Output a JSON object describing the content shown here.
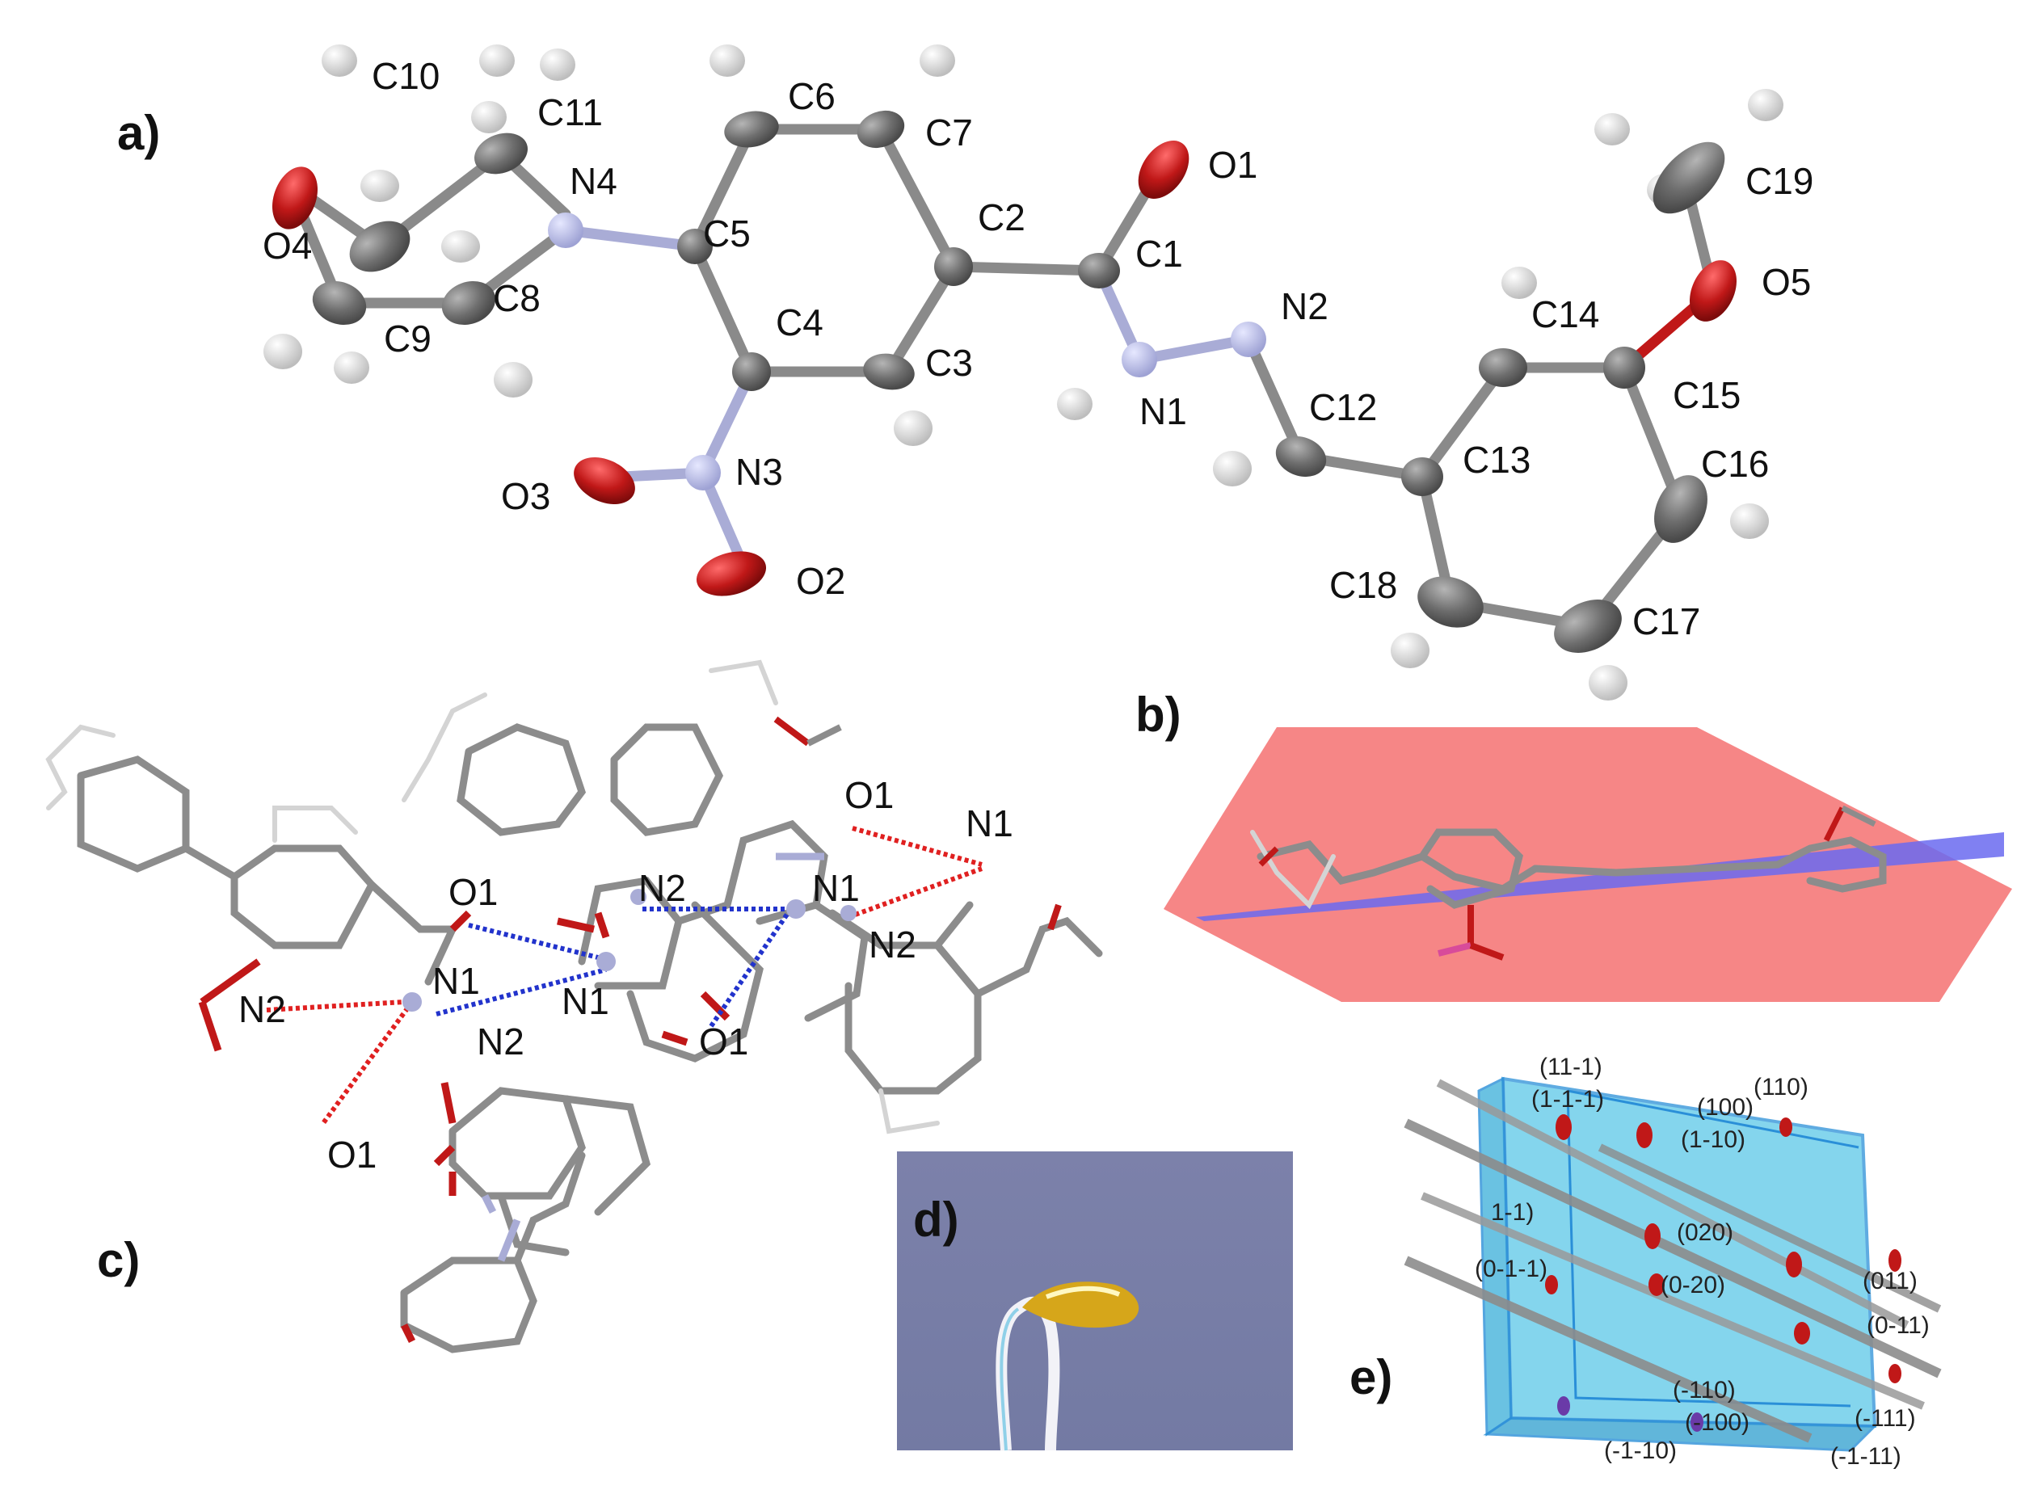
{
  "panels": {
    "a": "a)",
    "b": "b)",
    "c": "c)",
    "d": "d)",
    "e": "e)"
  },
  "colors": {
    "carbon": "#6e6e6e",
    "hydrogen": "#d2d2d2",
    "nitrogen": "#a9acd6",
    "oxygen": "#c01818",
    "hbond_red": "#e02020",
    "hbond_blue": "#2233cc",
    "plane_red": "#f58080",
    "plane_blue": "#6a6af0",
    "cell_cyan": "#5cc8e8",
    "photo_bg": "#7a7fa8"
  },
  "atoms_a": {
    "C10": "C10",
    "C11": "C11",
    "C6": "C6",
    "C7": "C7",
    "O1": "O1",
    "C19": "C19",
    "N4": "N4",
    "C5": "C5",
    "C2": "C2",
    "C1": "C1",
    "O4": "O4",
    "C8": "C8",
    "N2": "N2",
    "C14": "C14",
    "O5": "O5",
    "C9": "C9",
    "C4": "C4",
    "C3": "C3",
    "N1": "N1",
    "C12": "C12",
    "C15": "C15",
    "N3": "N3",
    "C13": "C13",
    "C16": "C16",
    "O3": "O3",
    "O2": "O2",
    "C18": "C18",
    "C17": "C17"
  },
  "atoms_c": {
    "O1_top": "O1",
    "N1_topright": "N1",
    "N2_mid": "N2",
    "N1_mid": "N1",
    "O1_left": "O1",
    "N2_right": "N2",
    "N1_left": "N1",
    "N1_center": "N1",
    "N2_left": "N2",
    "O1_center": "O1",
    "N2_center": "N2",
    "O1_bottom": "O1"
  },
  "hkl_e": {
    "h1": "(11-1)",
    "h2": "(1-1-1)",
    "h3": "(100)",
    "h4": "(110)",
    "h5": "(1-10)",
    "h6": "1-1)",
    "h7": "(020)",
    "h8": "(0-1-1)",
    "h9": "(0-20)",
    "h10": "(011)",
    "h11": "(0-11)",
    "h12": "(-110)",
    "h13": "(-111)",
    "h14": "(-100)",
    "h15": "(-1-10)",
    "h16": "(-1-11)"
  }
}
